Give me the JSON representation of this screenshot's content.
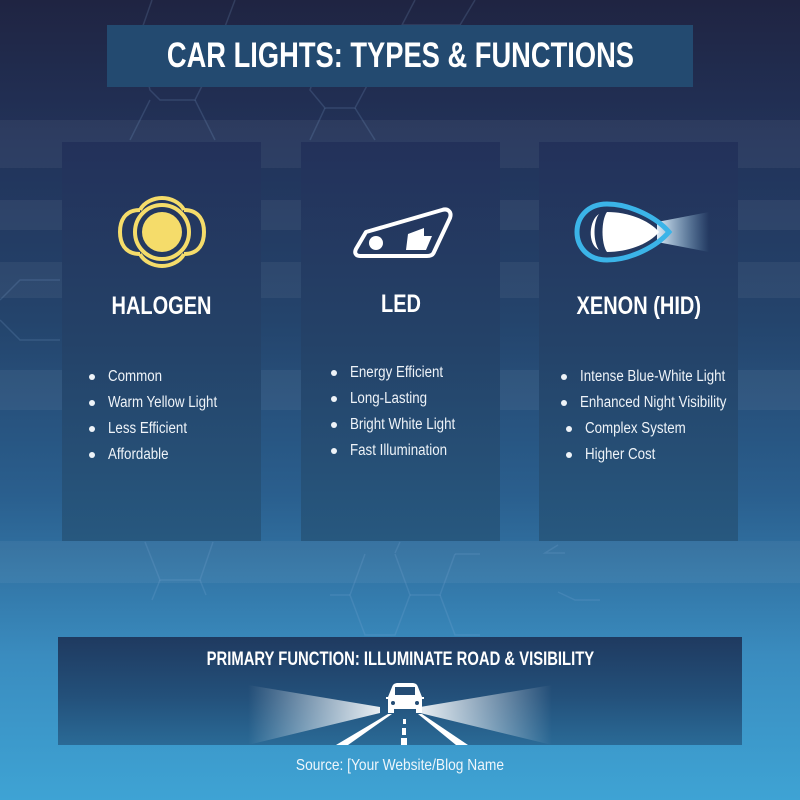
{
  "header": {
    "title": "CAR LIGHTS: TYPES & FUNCTIONS"
  },
  "cards": [
    {
      "icon": "halogen-bulb-icon",
      "title": "HALOGEN",
      "features": [
        "Common",
        "Warm Yellow Light",
        "Less Efficient",
        "Affordable"
      ],
      "accent_color": "#f5dc6a"
    },
    {
      "icon": "led-headlight-icon",
      "title": "LED",
      "features": [
        "Energy Efficient",
        "Long-Lasting",
        "Bright White Light",
        "Fast Illumination"
      ],
      "accent_color": "#ffffff"
    },
    {
      "icon": "xenon-bulb-icon",
      "title": "XENON (HID)",
      "features": [
        "Intense Blue-White Light",
        "Enhanced Night Visibility",
        "Complex System",
        "Higher Cost"
      ],
      "accent_color": "#3bb4e8"
    }
  ],
  "primary_function": {
    "title": "PRIMARY FUNCTION: ILLUMINATE ROAD & VISIBILITY",
    "icon": "car-on-road-icon"
  },
  "footer": {
    "source": "Source: [Your Website/Blog Name"
  },
  "colors": {
    "background_top": "#1f2442",
    "background_bottom": "#3ea3d4",
    "title_box": "#234a70",
    "halogen_yellow": "#f5dc6a",
    "xenon_blue": "#3bb4e8"
  }
}
